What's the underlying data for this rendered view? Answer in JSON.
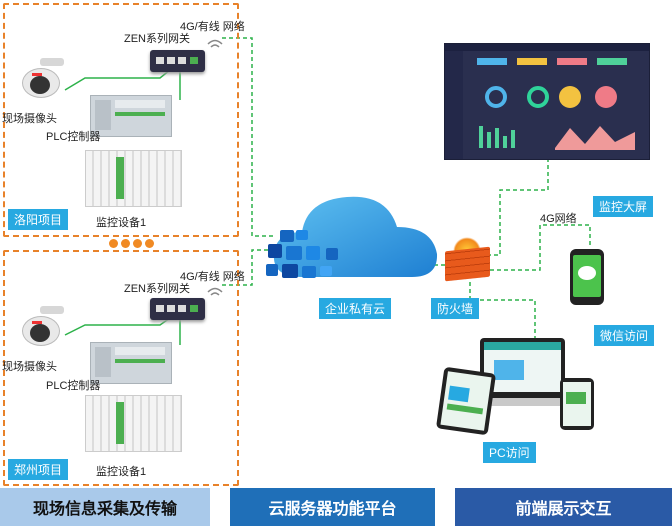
{
  "sites": [
    {
      "project": "洛阳项目",
      "network": "4G/有线 网络",
      "gateway": "ZEN系列网关",
      "camera": "现场摄像头",
      "plc": "PLC控制器",
      "device": "监控设备1"
    },
    {
      "project": "郑州项目",
      "network": "4G/有线 网络",
      "gateway": "ZEN系列网关",
      "camera": "现场摄像头",
      "plc": "PLC控制器",
      "device": "监控设备1"
    }
  ],
  "cloud": {
    "label": "企业私有云"
  },
  "firewall": {
    "label": "防火墙"
  },
  "screen": {
    "label": "监控大屏"
  },
  "wechat": {
    "label": "微信访问",
    "network": "4G网络"
  },
  "pc": {
    "label": "PC访问"
  },
  "banners": [
    "现场信息采集及传输",
    "云服务器功能平台",
    "前端展示交互"
  ],
  "colors": {
    "orange": "#e8822a",
    "blue": "#27a9e1",
    "green_line": "#2db24a",
    "cloud": "#3aa0e6",
    "banner_grey": "#9fc4e8",
    "banner_blue": "#1f6fb8"
  }
}
